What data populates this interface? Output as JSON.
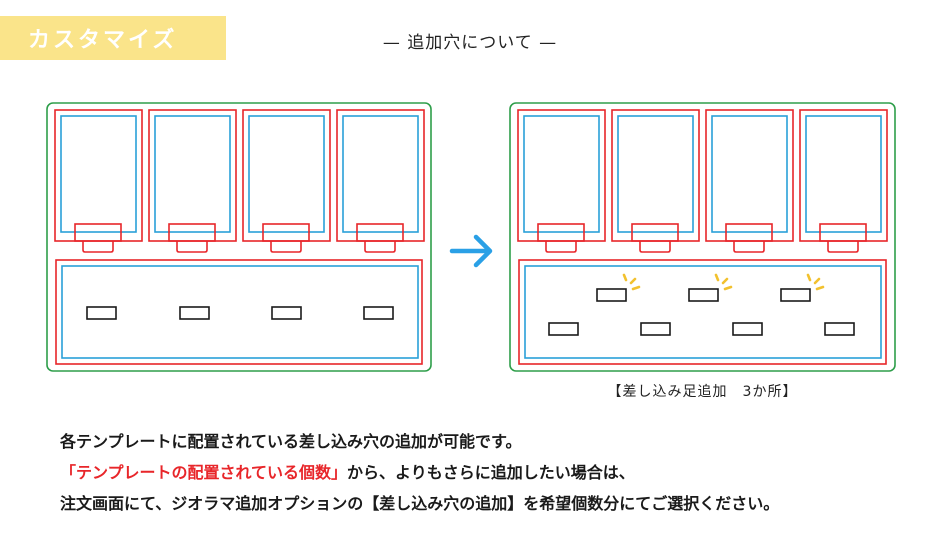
{
  "tag_label": "カスタマイズ",
  "heading": "— 追加穴について —",
  "caption": "【差し込み足追加　3か所】",
  "body": {
    "line1": "各テンプレートに配置されている差し込み穴の追加が可能です。",
    "line2_highlight": "「テンプレートの配置されている個数」",
    "line2_rest": "から、よりもさらに追加したい場合は、",
    "line3": "注文画面にて、ジオラマ追加オプションの【差し込み穴の追加】を希望個数分にてご選択ください。"
  },
  "colors": {
    "tag_bg": "#fae48a",
    "outline_green": "#2e9e4a",
    "outline_red": "#e8262a",
    "outline_blue": "#2aa0d8",
    "arrow": "#2aa0e6",
    "sparkle": "#f2c12e",
    "highlight_text": "#e8262a"
  },
  "icons": {
    "arrow": "right-arrow-icon",
    "sparkle": "sparkle-icon"
  }
}
